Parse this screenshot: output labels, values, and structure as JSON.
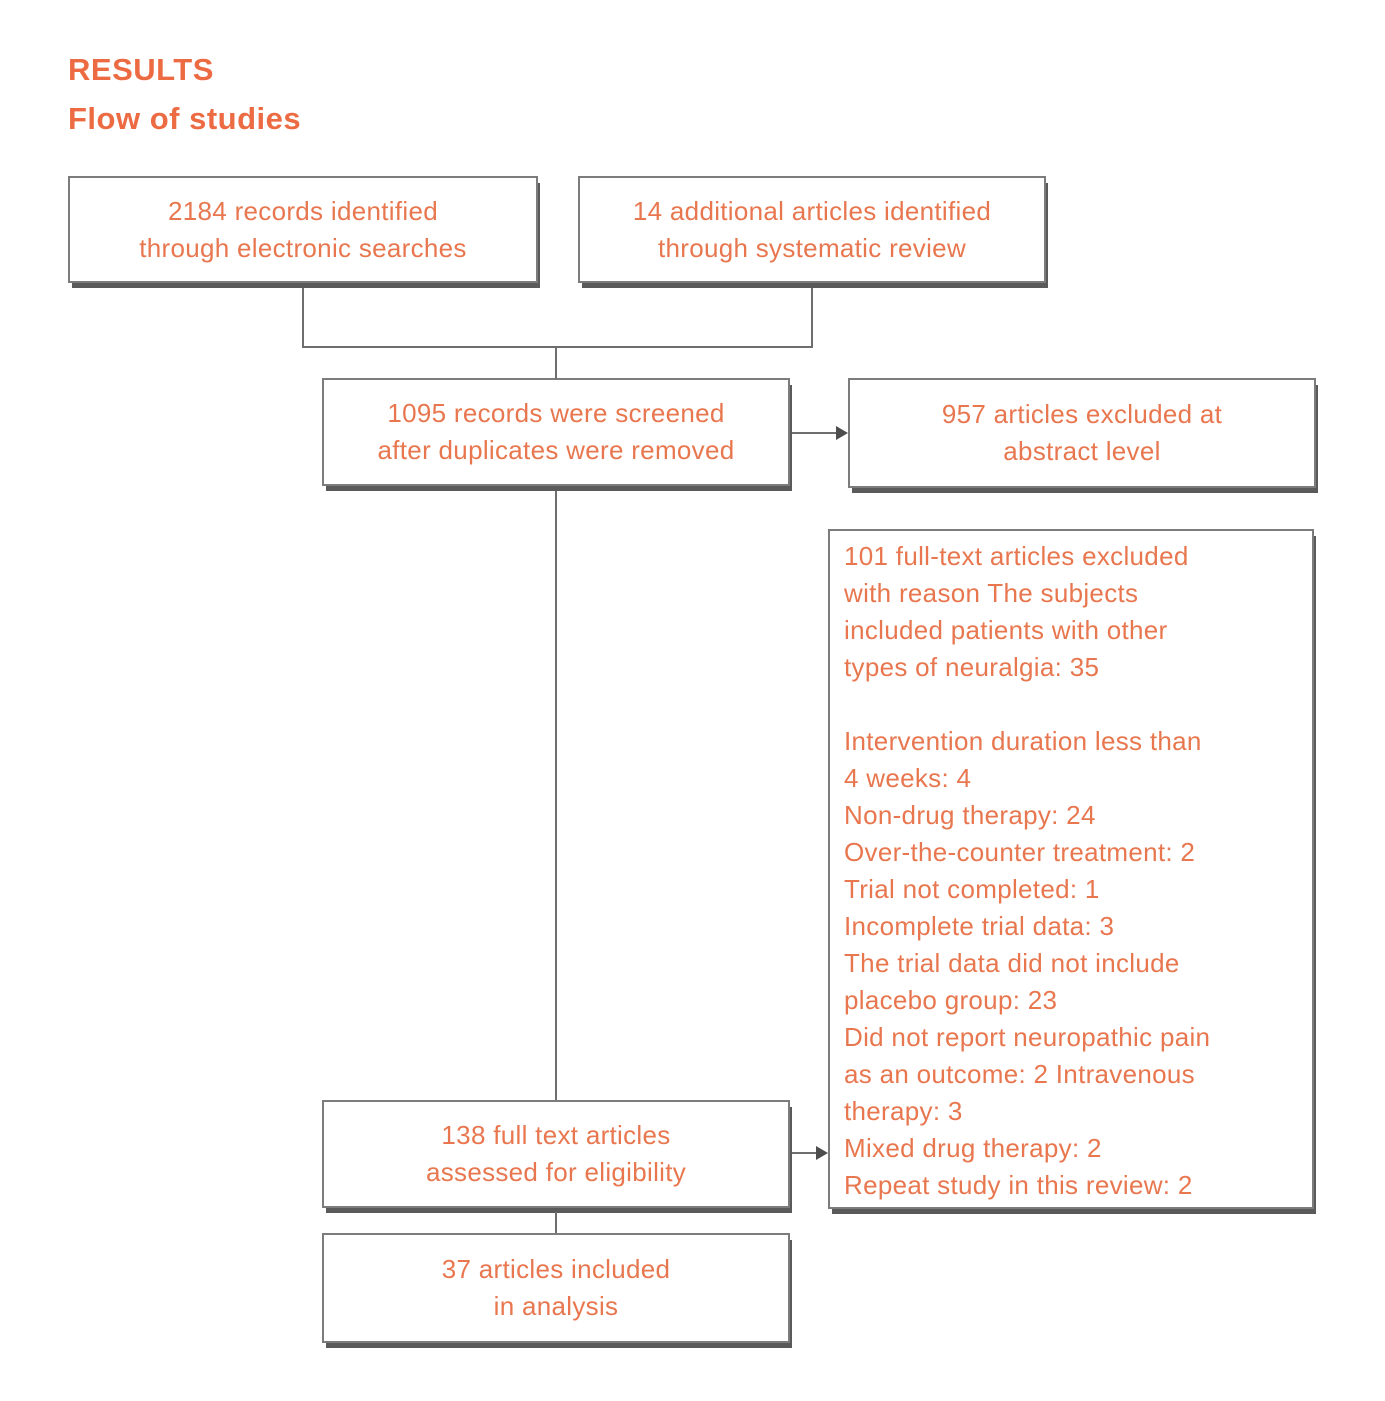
{
  "page": {
    "heading": "RESULTS",
    "subheading": "Flow of studies"
  },
  "flowchart": {
    "boxes": {
      "records_identified": {
        "text": "2184 records identified\nthrough electronic searches"
      },
      "additional_articles": {
        "text": "14 additional articles identified\nthrough systematic review"
      },
      "records_screened": {
        "text": "1095 records were screened\nafter duplicates were removed"
      },
      "abstract_excluded": {
        "text": "957 articles excluded at\nabstract level"
      },
      "fulltext_excluded": {
        "text": "101 full-text articles excluded\nwith reason The subjects\nincluded patients with other\ntypes  of neuralgia: 35\n\nIntervention duration less than\n4 weeks: 4\nNon-drug therapy: 24\nOver-the-counter treatment: 2\nTrial not completed: 1\nIncomplete trial data: 3\nThe trial data did not include\nplacebo group: 23\nDid not report neuropathic pain\nas an outcome: 2 Intravenous\ntherapy: 3\nMixed drug therapy: 2\nRepeat study in this review: 2"
      },
      "fulltext_assessed": {
        "text": "138 full text articles\nassessed for eligibility"
      },
      "included_analysis": {
        "text": "37 articles included\nin analysis"
      }
    },
    "colors": {
      "text": "#e8774f",
      "heading": "#ec6b43",
      "border": "#7c7c7c",
      "shadow": "#5a5a5a",
      "line": "#6e6e6e",
      "arrow": "#4d4d4d"
    }
  }
}
